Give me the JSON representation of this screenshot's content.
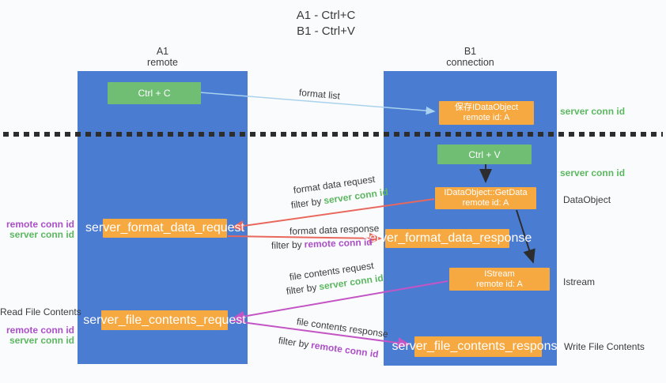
{
  "title": {
    "line1": "A1 - Ctrl+C",
    "line2": "B1 - Ctrl+V"
  },
  "lanes": {
    "left": {
      "name": "A1",
      "subtitle": "remote"
    },
    "right": {
      "name": "B1",
      "subtitle": "connection"
    }
  },
  "boxes": {
    "ctrl_c": "Ctrl + C",
    "save_idataobject": {
      "line1": "保存IDataObject",
      "line2": "remote id: A"
    },
    "ctrl_v": "Ctrl + V",
    "getdata": {
      "line1": "IDataObject::GetData",
      "line2": "remote id: A"
    },
    "format_request": "server_format_data_request",
    "format_response": "server_format_data_response",
    "istream": {
      "line1": "IStream",
      "line2": "remote id: A"
    },
    "file_request": "server_file_contents_request",
    "file_response": "server_file_contents_response"
  },
  "side_labels": {
    "server_conn_id_top": "server conn id",
    "server_conn_id_mid": "server conn id",
    "dataobject": "DataObject",
    "istream": "Istream",
    "write_file_contents": "Write File Contents",
    "left_remote_conn_id": "remote conn id",
    "left_server_conn_id": "server conn id",
    "read_file_contents": "Read File Contents",
    "read_remote_conn_id": "remote conn id",
    "read_server_conn_id": "server conn id"
  },
  "arrow_labels": {
    "format_list": "format list",
    "format_data_request": "format data request",
    "format_data_response": "format data response",
    "file_contents_request": "file contents request",
    "file_contents_response": "file contents response",
    "filter_by": "filter by",
    "server_conn_id": "server conn id",
    "remote_conn_id": "remote conn id"
  },
  "colors": {
    "lane_blue": "#4a7cd2",
    "box_green": "#6fbe74",
    "box_orange": "#f6a841",
    "arrow_red": "#e8685e",
    "arrow_magenta": "#c355c5",
    "arrow_light_blue": "#a9d2ee",
    "arrow_black": "#2d2d2d",
    "text_green": "#5cb860",
    "text_purple": "#ab4fc8",
    "text_dark": "#3b3b3b",
    "background": "#fafbfc"
  }
}
